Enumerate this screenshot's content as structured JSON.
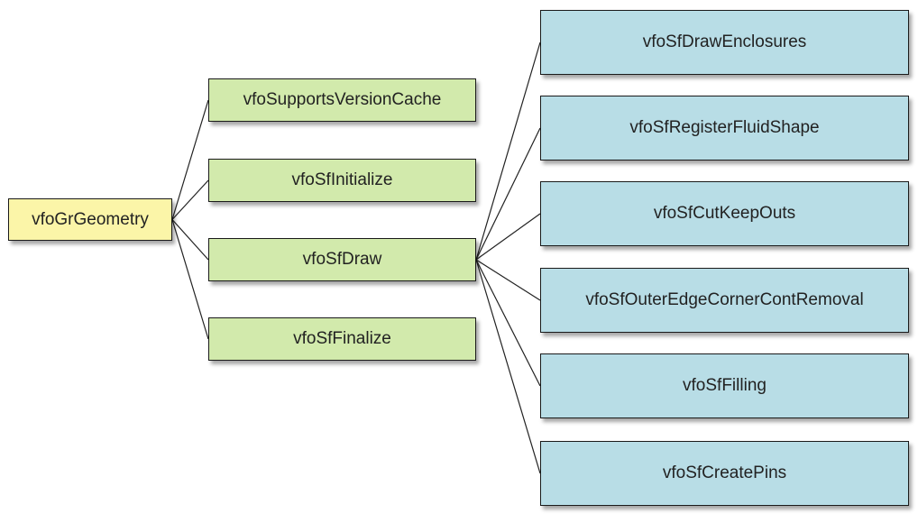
{
  "diagram": {
    "type": "tree",
    "colors": {
      "root_fill": "#fbf5a8",
      "level1_fill": "#d2eaac",
      "level2_fill": "#b8dde6",
      "edge": "#222222"
    },
    "root": {
      "id": "root",
      "label": "vfoGrGeometry"
    },
    "level1": [
      {
        "id": "n1",
        "label": "vfoSupportsVersionCache",
        "parent": "root"
      },
      {
        "id": "n2",
        "label": "vfoSfInitialize",
        "parent": "root"
      },
      {
        "id": "n3",
        "label": "vfoSfDraw",
        "parent": "root"
      },
      {
        "id": "n4",
        "label": "vfoSfFinalize",
        "parent": "root"
      }
    ],
    "level2": [
      {
        "id": "m1",
        "label": "vfoSfDrawEnclosures",
        "parent": "n3"
      },
      {
        "id": "m2",
        "label": "vfoSfRegisterFluidShape",
        "parent": "n3"
      },
      {
        "id": "m3",
        "label": "vfoSfCutKeepOuts",
        "parent": "n3"
      },
      {
        "id": "m4",
        "label": "vfoSfOuterEdgeCornerContRemoval",
        "parent": "n3"
      },
      {
        "id": "m5",
        "label": "vfoSfFilling",
        "parent": "n3"
      },
      {
        "id": "m6",
        "label": "vfoSfCreatePins",
        "parent": "n3"
      }
    ]
  }
}
